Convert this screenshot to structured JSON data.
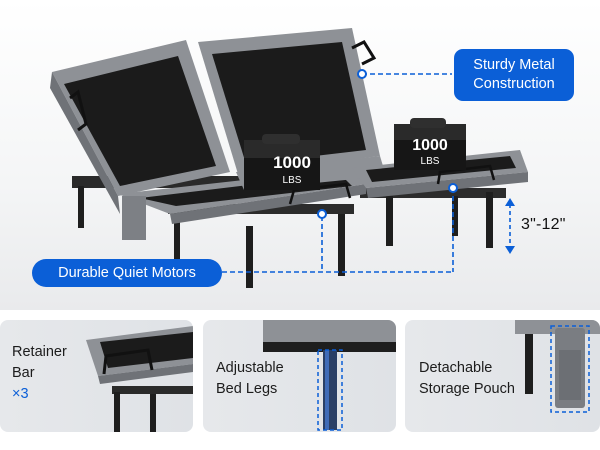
{
  "callouts": {
    "metal": {
      "line1": "Sturdy Metal",
      "line2": "Construction"
    },
    "motors": "Durable Quiet Motors"
  },
  "height_range": "3\"-12\"",
  "weights": [
    {
      "value": "1000",
      "unit": "LBS"
    },
    {
      "value": "1000",
      "unit": "LBS"
    }
  ],
  "features": [
    {
      "line1": "Retainer",
      "line2": "Bar",
      "line3": "×3"
    },
    {
      "line1": "Adjustable",
      "line2": "Bed Legs"
    },
    {
      "line1": "Detachable",
      "line2": "Storage Pouch"
    }
  ],
  "colors": {
    "accent": "#0b5fd7",
    "frame_gray": "#8e9196",
    "mesh": "#1b1b1b",
    "dashed": "#0b5fd7"
  }
}
